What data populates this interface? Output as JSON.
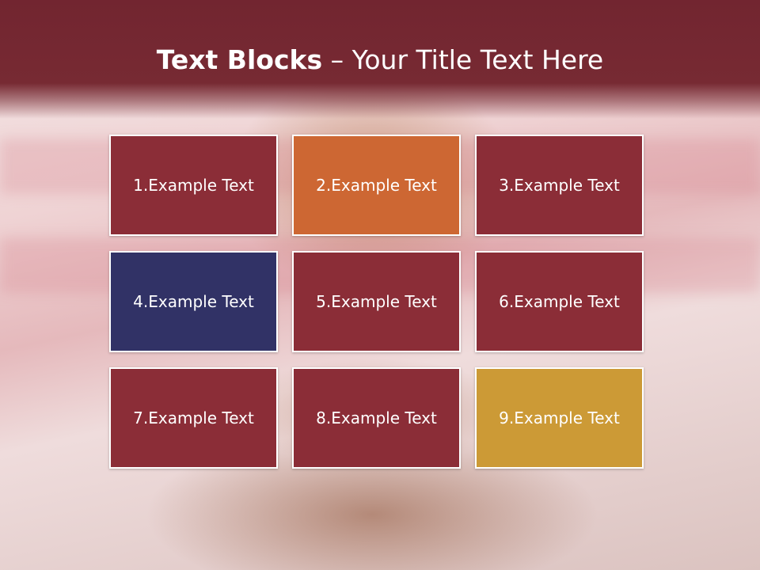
{
  "title": {
    "bold": "Text Blocks",
    "separator": " – ",
    "regular": "Your Title Text Here"
  },
  "blocks": [
    {
      "label": "1.Example Text",
      "color": "#8b2d37"
    },
    {
      "label": "2.Example Text",
      "color": "#cd6733"
    },
    {
      "label": "3.Example Text",
      "color": "#8b2d37"
    },
    {
      "label": "4.Example Text",
      "color": "#313266"
    },
    {
      "label": "5.Example Text",
      "color": "#8b2d37"
    },
    {
      "label": "6.Example Text",
      "color": "#8b2d37"
    },
    {
      "label": "7.Example Text",
      "color": "#8b2d37"
    },
    {
      "label": "8.Example Text",
      "color": "#8b2d37"
    },
    {
      "label": "9.Example Text",
      "color": "#cc9a36"
    }
  ],
  "theme": {
    "header_color": "#772a33"
  }
}
